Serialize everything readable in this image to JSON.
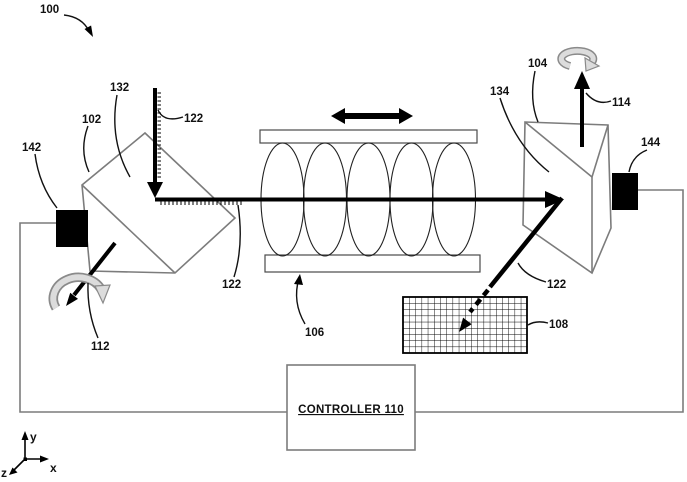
{
  "figure": {
    "ref_system": "100",
    "ref_prism_left": "102",
    "ref_prism_right": "104",
    "ref_lens_assembly": "106",
    "ref_detector_grid": "108",
    "controller_label": "CONTROLLER 110",
    "ref_rotation_left": "112",
    "ref_rotation_right": "114",
    "ref_beam": "122",
    "ref_surface_left": "132",
    "ref_surface_right": "134",
    "ref_actuator_left": "142",
    "ref_actuator_right": "144",
    "axes": {
      "x": "x",
      "y": "y",
      "z": "z"
    }
  },
  "colors": {
    "background": "#ffffff",
    "line_black": "#111111",
    "line_gray": "#7c7c7c",
    "rotation_arrow_fill": "#dcdcdc",
    "rotation_arrow_outline": "#8a8a8a",
    "actuator_fill": "#000000"
  }
}
